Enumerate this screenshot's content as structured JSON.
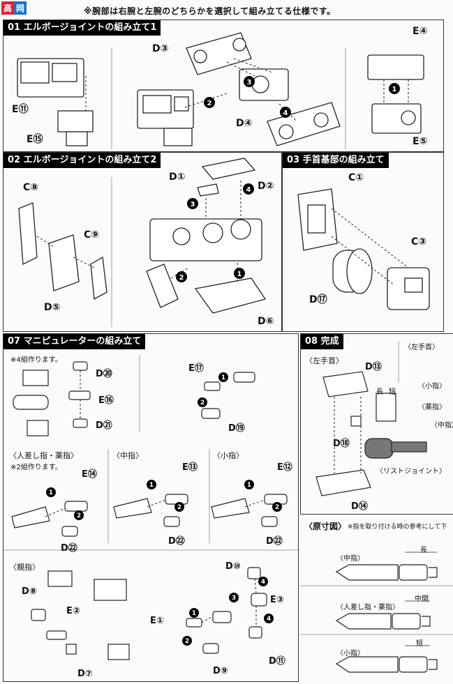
{
  "logo": {
    "a": "高",
    "b": "网"
  },
  "top_note": "※腕部は右腕と左腕のどちらかを選択して組み立てる仕様です。",
  "sections": {
    "s01": {
      "title": "01 エルボージョイントの組み立て1",
      "labels": [
        "E⑪",
        "E⑮",
        "D③",
        "D④",
        "E④",
        "E⑤"
      ]
    },
    "s02": {
      "title": "02 エルボージョイントの組み立て2",
      "labels": [
        "C⑧",
        "C⑨",
        "D⑤",
        "D①",
        "D②",
        "D⑥"
      ]
    },
    "s03": {
      "title": "03 手首基部の組み立て",
      "labels": [
        "C①",
        "C③",
        "D⑰"
      ]
    },
    "s07": {
      "title": "07 マニピュレーターの組み立て",
      "note_top": "※4組作ります。",
      "labels_top": [
        "D⑳",
        "E⑯",
        "D㉑",
        "E⑰",
        "D⑲"
      ],
      "sub_index": "〈人差し指・薬指〉",
      "note_index": "※2組作ります。",
      "labels_index": [
        "E⑭",
        "D㉒"
      ],
      "sub_middle": "〈中指〉",
      "labels_middle": [
        "E⑬",
        "D㉒"
      ],
      "sub_little": "〈小指〉",
      "labels_little": [
        "E⑫",
        "D㉒"
      ],
      "sub_thumb": "〈親指〉",
      "labels_thumb": [
        "D⑧",
        "E②",
        "D⑦",
        "D⑩",
        "E③",
        "E①",
        "D⑪",
        "D⑨"
      ]
    },
    "s08": {
      "title": "08 完成",
      "sub_left": "〈左手首〉",
      "labels": [
        "D⑬",
        "D⑱",
        "D⑭"
      ],
      "len_long": "長",
      "len_short": "短",
      "wrist_joint": "〈リストジョイント〉",
      "right_subs": [
        "〈左手首〉",
        "〈小指〉",
        "〈薬指〉",
        "〈中指〉"
      ]
    },
    "gensun": {
      "title": "〈原寸図〉",
      "note": "※指を取り付ける時の参考にして下",
      "middle": "〈中指〉",
      "index": "〈人差し指・薬指〉",
      "little": "〈小指〉",
      "m_long": "長",
      "m_mid": "中間",
      "m_short": "短"
    }
  }
}
